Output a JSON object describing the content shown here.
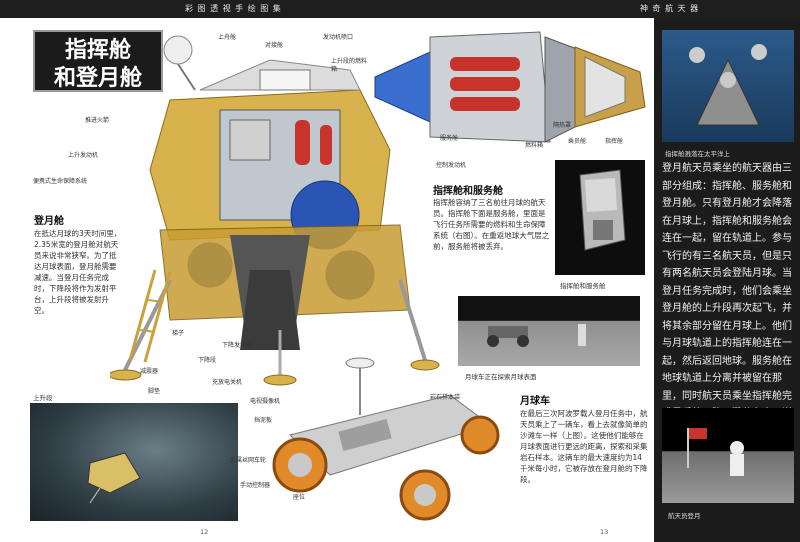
{
  "header": {
    "left": "彩 图 透 视 手 绘 图 集",
    "right": "神 奇 航 天 器"
  },
  "title": {
    "line1": "指挥舱",
    "line2": "和登月舱"
  },
  "labels": {
    "lm_top_hatch": "上舟舱",
    "docking_mech": "对接舱",
    "engine_nozzle": "发动机喷口",
    "ascent_fuel": "上升段的燃料箱",
    "thruster": "推进火箭",
    "ascent_engine": "上升发动机",
    "plss": "便携式生命保障系统",
    "ladder": "梯子",
    "descent_stage": "减震器",
    "descent_engine": "下降发动机",
    "footpad": "脚垫",
    "lower_stage": "下降段",
    "rover_battery": "充放电关机",
    "rover_camera": "电视摄像机",
    "rover_seat": "座位",
    "rover_wheels": "金属丝网车轮",
    "rover_control": "手动控制器",
    "rover_fender": "挡泥板",
    "rover_tool": "岩石样本袋",
    "sm": "服务舱",
    "sm_fuel": "燃料箱",
    "sm_control": "控制发动机",
    "cm_shield": "隔热罩",
    "cm_crew": "乘员舱",
    "cm_command": "指挥舱"
  },
  "lunar_module": {
    "heading": "登月舱",
    "text": "在抵达月球的3天时间里，2.35米宽的登月舱对航天员来说非常狭窄。为了抵达月球表面，登月舱需要减速。当登月任务完成时，下降段将作为发射平台，上升段将被发射升空。"
  },
  "csm": {
    "heading": "指挥舱和服务舱",
    "text": "指挥舱容纳了三名前往月球的航天员。指挥舱下面是服务舱，里面是飞行任务所需要的燃料和生命保障系统（右图）。在重返地球大气层之前，服务舱将被丢弃。"
  },
  "rover": {
    "heading": "月球车",
    "text": "在最后三次阿波罗载人登月任务中，航天员乘上了一辆车，看上去就像简单的沙滩车一样（上图）。这使他们能够在月球表面进行更远的距离，探索和采集岩石样本。这辆车的最大速度约为14千米每小时，它被存放在登月舱的下降段。"
  },
  "sidebar": {
    "text": "登月航天员乘坐的航天器由三部分组成：指挥舱、服务舱和登月舱。只有登月舱才会降落在月球上，指挥舱和服务舱会连在一起，留在轨道上。参与飞行的有三名航天员，但是只有两名航天员会登陆月球。当登月任务完成时，他们会乘坐登月舱的上升段再次起飞，并将其余部分留在月球上。他们与月球轨道上的指挥舱连在一起，然后返回地球。服务舱在地球轨道上分离并被留在那里，同时航天员乘坐指挥舱完成最后的下降，溅落在太平洋上（上图）。"
  },
  "captions": {
    "splash": "指挥舱溅落在太平洋上",
    "ascent": "上升段",
    "csm_photo": "指挥舱和服务舱",
    "rover_photo": "月球车正在探索月球表面",
    "astronaut": "航天员登月"
  },
  "pages": {
    "left": "12",
    "right": "13"
  },
  "colors": {
    "bg": "#ffffff",
    "dark": "#1c1c1c",
    "gold": "#c9a13a",
    "blue": "#2a55b5",
    "red": "#c8342c",
    "orange": "#e08a2a"
  }
}
